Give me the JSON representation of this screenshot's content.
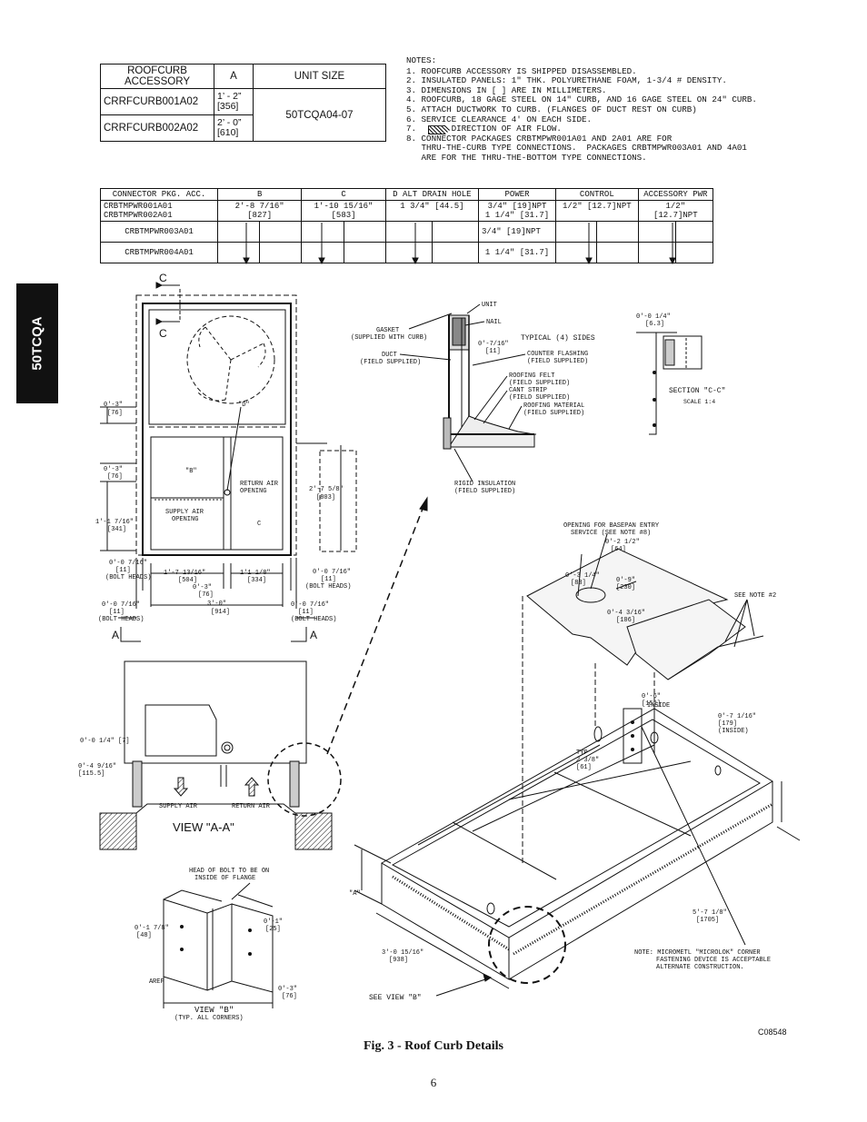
{
  "side_tab": "50TCQA",
  "roofcurb_table": {
    "headers": [
      "ROOFCURB ACCESSORY",
      "A",
      "UNIT SIZE"
    ],
    "rows": [
      {
        "accessory": "CRRFCURB001A02",
        "a_line1": "1’ - 2”",
        "a_line2": "[356]"
      },
      {
        "accessory": "CRRFCURB002A02",
        "a_line1": "2’ - 0”",
        "a_line2": "[610]"
      }
    ],
    "unit_size": "50TCQA04-07"
  },
  "notes": {
    "title": "NOTES:",
    "items": [
      "1. ROOFCURB ACCESSORY IS SHIPPED DISASSEMBLED.",
      "2. INSULATED PANELS: 1\" THK. POLYURETHANE FOAM, 1-3/4 # DENSITY.",
      "3. DIMENSIONS IN [ ] ARE IN MILLIMETERS.",
      "4. ROOFCURB, 18 GAGE STEEL ON 14\" CURB, AND 16 GAGE STEEL ON 24\" CURB.",
      "5. ATTACH DUCTWORK TO CURB. (FLANGES OF DUCT REST ON CURB)",
      "6. SERVICE CLEARANCE 4' ON EACH SIDE.",
      "7.       DIRECTION OF AIR FLOW.",
      "8. CONNECTOR PACKAGES CRBTMPWR001A01 AND 2A01 ARE FOR",
      "   THRU-THE-CURB TYPE CONNECTIONS.  PACKAGES CRBTMPWR003A01 AND 4A01",
      "   ARE FOR THE THRU-THE-BOTTOM TYPE CONNECTIONS."
    ]
  },
  "connector_table": {
    "headers": [
      "CONNECTOR PKG. ACC.",
      "B",
      "C",
      "D ALT DRAIN HOLE",
      "POWER",
      "CONTROL",
      "ACCESSORY PWR"
    ],
    "rows": [
      {
        "pkg": "CRBTMPWR001A01",
        "pkg2": "CRBTMPWR002A01",
        "b": "2'-8 7/16\"",
        "b2": "[827]",
        "c": "1'-10 15/16\"",
        "c2": "[583]",
        "d": "1 3/4\" [44.5]",
        "power": "3/4\" [19]NPT",
        "power2": "1 1/4\" [31.7]",
        "control": "1/2\" [12.7]NPT",
        "acc": "1/2\" [12.7]NPT"
      },
      {
        "pkg": "CRBTMPWR003A01",
        "power": "3/4\" [19]NPT"
      },
      {
        "pkg": "CRBTMPWR004A01",
        "power": "1 1/4\" [31.7]"
      }
    ]
  },
  "plan_view": {
    "section_label": "C",
    "d_label": "\"D\"",
    "b_label": "\"B\"",
    "c_label": "C",
    "return_air": "RETURN AIR",
    "return_air2": "OPENING",
    "supply_air": "SUPPLY AIR",
    "supply_air2": "OPENING",
    "dim_left_1": "0'-3\"",
    "dim_left_1m": "[76]",
    "dim_left_2": "0'-3\"",
    "dim_left_2m": "[76]",
    "dim_left_3": "1'-1 7/16\"",
    "dim_left_3m": "[341]",
    "dim_right": "2'-7 5/8\"",
    "dim_right_m": "[803]",
    "dim_b1": "0'-0 7/16\"",
    "dim_b1m": "[11]",
    "bolt": "(BOLT HEADS)",
    "dim_b2": "1'-7 13/16\"",
    "dim_b2m": "[504]",
    "dim_b3": "1'1 1/8\"",
    "dim_b3m": "[334]",
    "dim_b4": "0'-0 7/16\"",
    "dim_b4m": "[11]",
    "dim_b5": "0'-3\"",
    "dim_b5m": "[76]",
    "dim_b6": "0'-0 7/16\"",
    "dim_b6m": "[11]",
    "dim_b7": "3'-0\"",
    "dim_b7m": "[914]",
    "dim_b8": "0'-0 7/16\"",
    "dim_b8m": "[11]",
    "a_label": "A"
  },
  "gasket_detail": {
    "unit": "UNIT",
    "gasket": "GASKET",
    "gasket2": "(SUPPLIED WITH CURB)",
    "nail": "NAIL",
    "dim": "0'-7/16\"",
    "dim_m": "[11]",
    "typical": "TYPICAL (4) SIDES",
    "duct": "DUCT",
    "duct2": "(FIELD SUPPLIED)",
    "flashing": "COUNTER FLASHING",
    "flashing2": "(FIELD SUPPLIED)",
    "felt": "ROOFING FELT",
    "felt2": "(FIELD SUPPLIED)",
    "cant": "CANT STRIP",
    "cant2": "(FIELD SUPPLIED)",
    "material": "ROOFING MATERIAL",
    "material2": "(FIELD SUPPLIED)",
    "insulation": "RIGID INSULATION",
    "insulation2": "(FIELD SUPPLIED)"
  },
  "section_cc": {
    "dim": "0'-0 1/4\"",
    "dim_m": "[6.3]",
    "title": "SECTION \"C-C\"",
    "scale": "SCALE 1:4"
  },
  "curb_iso": {
    "opening": "OPENING FOR BASEPAN ENTRY",
    "opening2": "SERVICE (SEE NOTE #8)",
    "d1": "0'-2 1/2\"",
    "d1m": "[64]",
    "d2": "0'-3 1/4\"",
    "d2m": "[83]",
    "d3": "0'-9\"",
    "d3m": "[230]",
    "d4": "0'-4 3/16\"",
    "d4m": "[106]",
    "see_note": "SEE NOTE #2",
    "d5": "0'-6\"",
    "d5m": "[152]",
    "inside": "INSIDE",
    "d6": "0'-7 1/16\"",
    "d6m": "[179]",
    "inside2": "(INSIDE)",
    "typ": "TYP",
    "typ2": "2 3/8\"",
    "typ3": "[61]",
    "a": "\"A\"",
    "d7": "5'-7 1/8\"",
    "d7m": "[1705]",
    "d8": "3'-0 15/16\"",
    "d8m": "[938]",
    "note": "NOTE: MICROMETL \"MICROLOK\" CORNER",
    "note2": "FASTENING DEVICE IS ACCEPTABLE",
    "note3": "ALTERNATE CONSTRUCTION.",
    "see_view": "SEE VIEW \"B\""
  },
  "view_aa": {
    "d1": "0'-0 1/4\" [7]",
    "d2": "0'-4 9/16\"",
    "d2m": "[115.5]",
    "supply": "SUPPLY AIR",
    "return": "RETURN AIR",
    "title": "VIEW \"A-A\""
  },
  "view_b": {
    "head": "HEAD OF BOLT TO BE ON",
    "head2": "INSIDE OF FLANGE",
    "d1": "0'-1 7/8\"",
    "d1m": "[48]",
    "d2": "0'-1\"",
    "d2m": "[25]",
    "a_ref": "A",
    "ref": "REF",
    "d3": "0'-3\"",
    "d3m": "[76]",
    "title": "VIEW \"B\"",
    "subtitle": "(TYP. ALL CORNERS)"
  },
  "drawing_code": "C08548",
  "caption": "Fig. 3 - Roof Curb Details",
  "page_number": "6"
}
